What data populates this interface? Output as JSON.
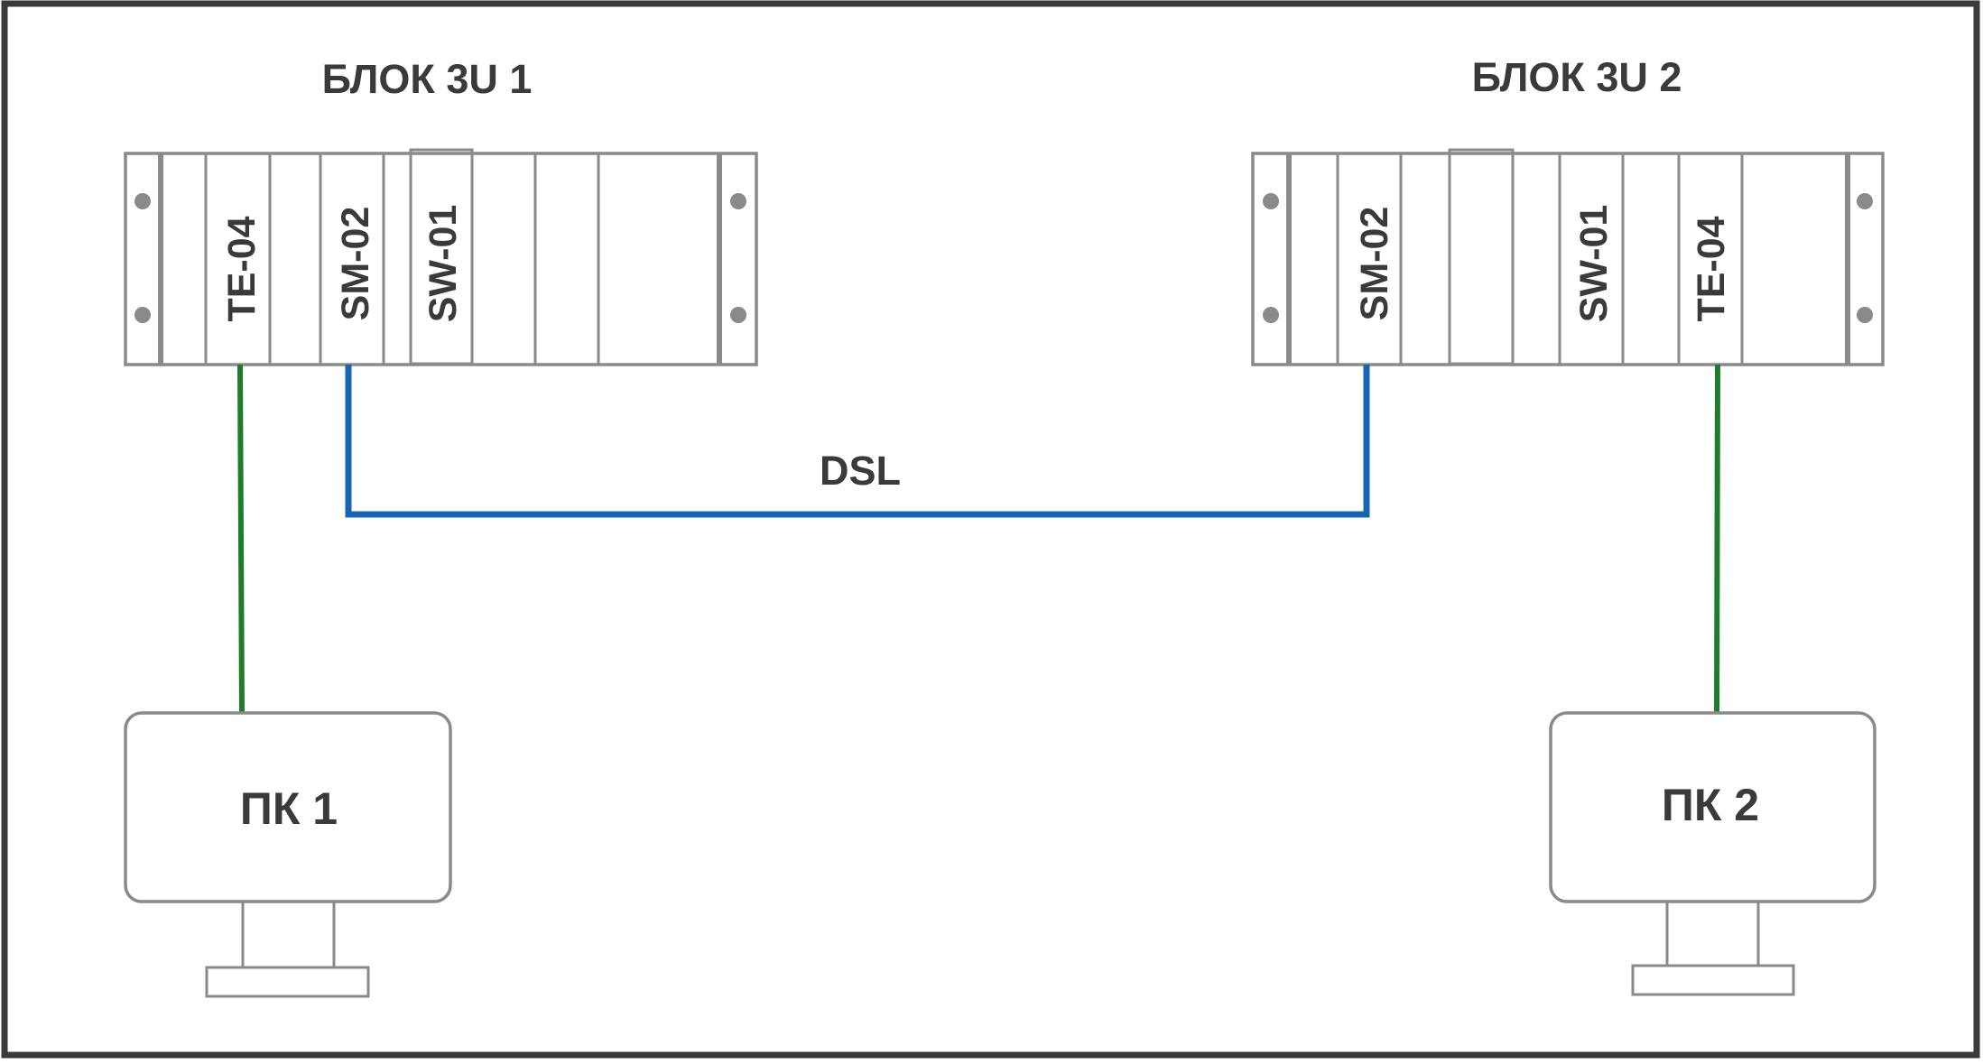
{
  "diagram": {
    "blocks": [
      {
        "title": "БЛОК 3U 1",
        "modules": [
          "TE-04",
          "SM-02",
          "SW-01"
        ]
      },
      {
        "title": "БЛОК 3U 2",
        "modules": [
          "SM-02",
          "SW-01",
          "TE-04"
        ]
      }
    ],
    "computers": [
      {
        "label": "ПК 1"
      },
      {
        "label": "ПК 2"
      }
    ],
    "link": {
      "label": "DSL"
    },
    "colors": {
      "dsl_link": "#1565b0",
      "pc_link": "#1e7d2a",
      "outline": "#8a8a8a",
      "border": "#3a3a3a",
      "text": "#3a3a3a"
    }
  }
}
